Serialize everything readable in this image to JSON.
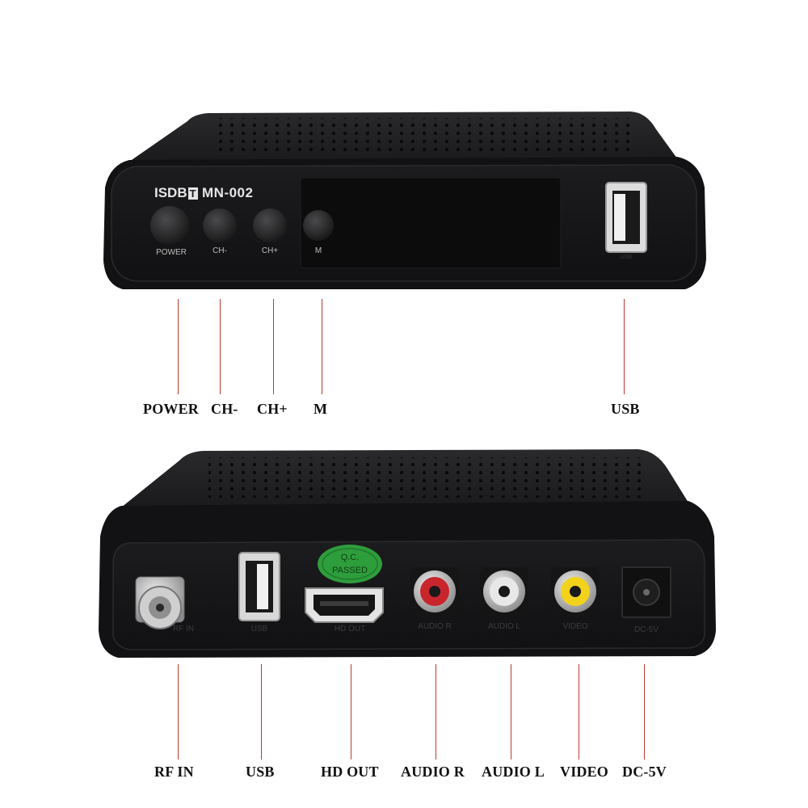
{
  "front": {
    "brand": "ISDB",
    "brand_suffix": "T",
    "model": "MN-002",
    "buttons": [
      "POWER",
      "CH-",
      "CH+",
      "M"
    ],
    "usb_mark": "USB"
  },
  "back": {
    "qc_line1": "Q.C.",
    "qc_line2": "PASSED",
    "port_labels": [
      "RF IN",
      "USB",
      "HD OUT",
      "AUDIO R",
      "AUDIO L",
      "VIDEO",
      "DC-5V"
    ]
  },
  "callouts": {
    "front": [
      "POWER",
      "CH-",
      "CH+",
      "M",
      "USB"
    ],
    "back": [
      "RF IN",
      "USB",
      "HD OUT",
      "AUDIO R",
      "AUDIO L",
      "VIDEO",
      "DC-5V"
    ]
  },
  "colors": {
    "housing": "#1c1c1e",
    "leader": "#c0392b",
    "qc_sticker": "#2e9d3c",
    "rca_red": "#c9252c",
    "rca_white": "#e8e8e8",
    "rca_yellow": "#f2d21b"
  }
}
